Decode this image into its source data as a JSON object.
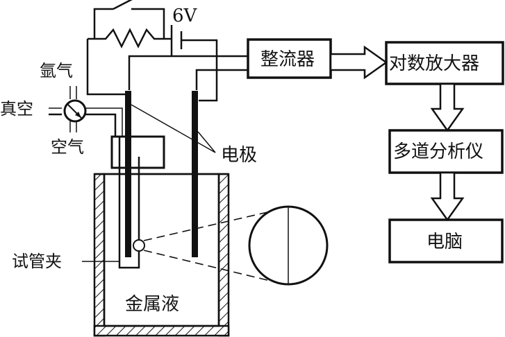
{
  "diagram": {
    "title": "",
    "power_supply": {
      "label": "6V"
    },
    "gas_valve": {
      "inputs": [
        "氩气",
        "真空",
        "空气"
      ]
    },
    "labels": {
      "electrode": "电极",
      "tube_clamp": "试管夹",
      "metal_liquid": "金属液"
    },
    "blocks": [
      {
        "id": "rectifier",
        "label": "整流器"
      },
      {
        "id": "log-amplifier",
        "label": "对数放大器"
      },
      {
        "id": "multichannel-analyzer",
        "label": "多道分析仪"
      },
      {
        "id": "computer",
        "label": "电脑"
      }
    ],
    "flow": [
      "整流器",
      "对数放大器",
      "多道分析仪",
      "电脑"
    ]
  }
}
